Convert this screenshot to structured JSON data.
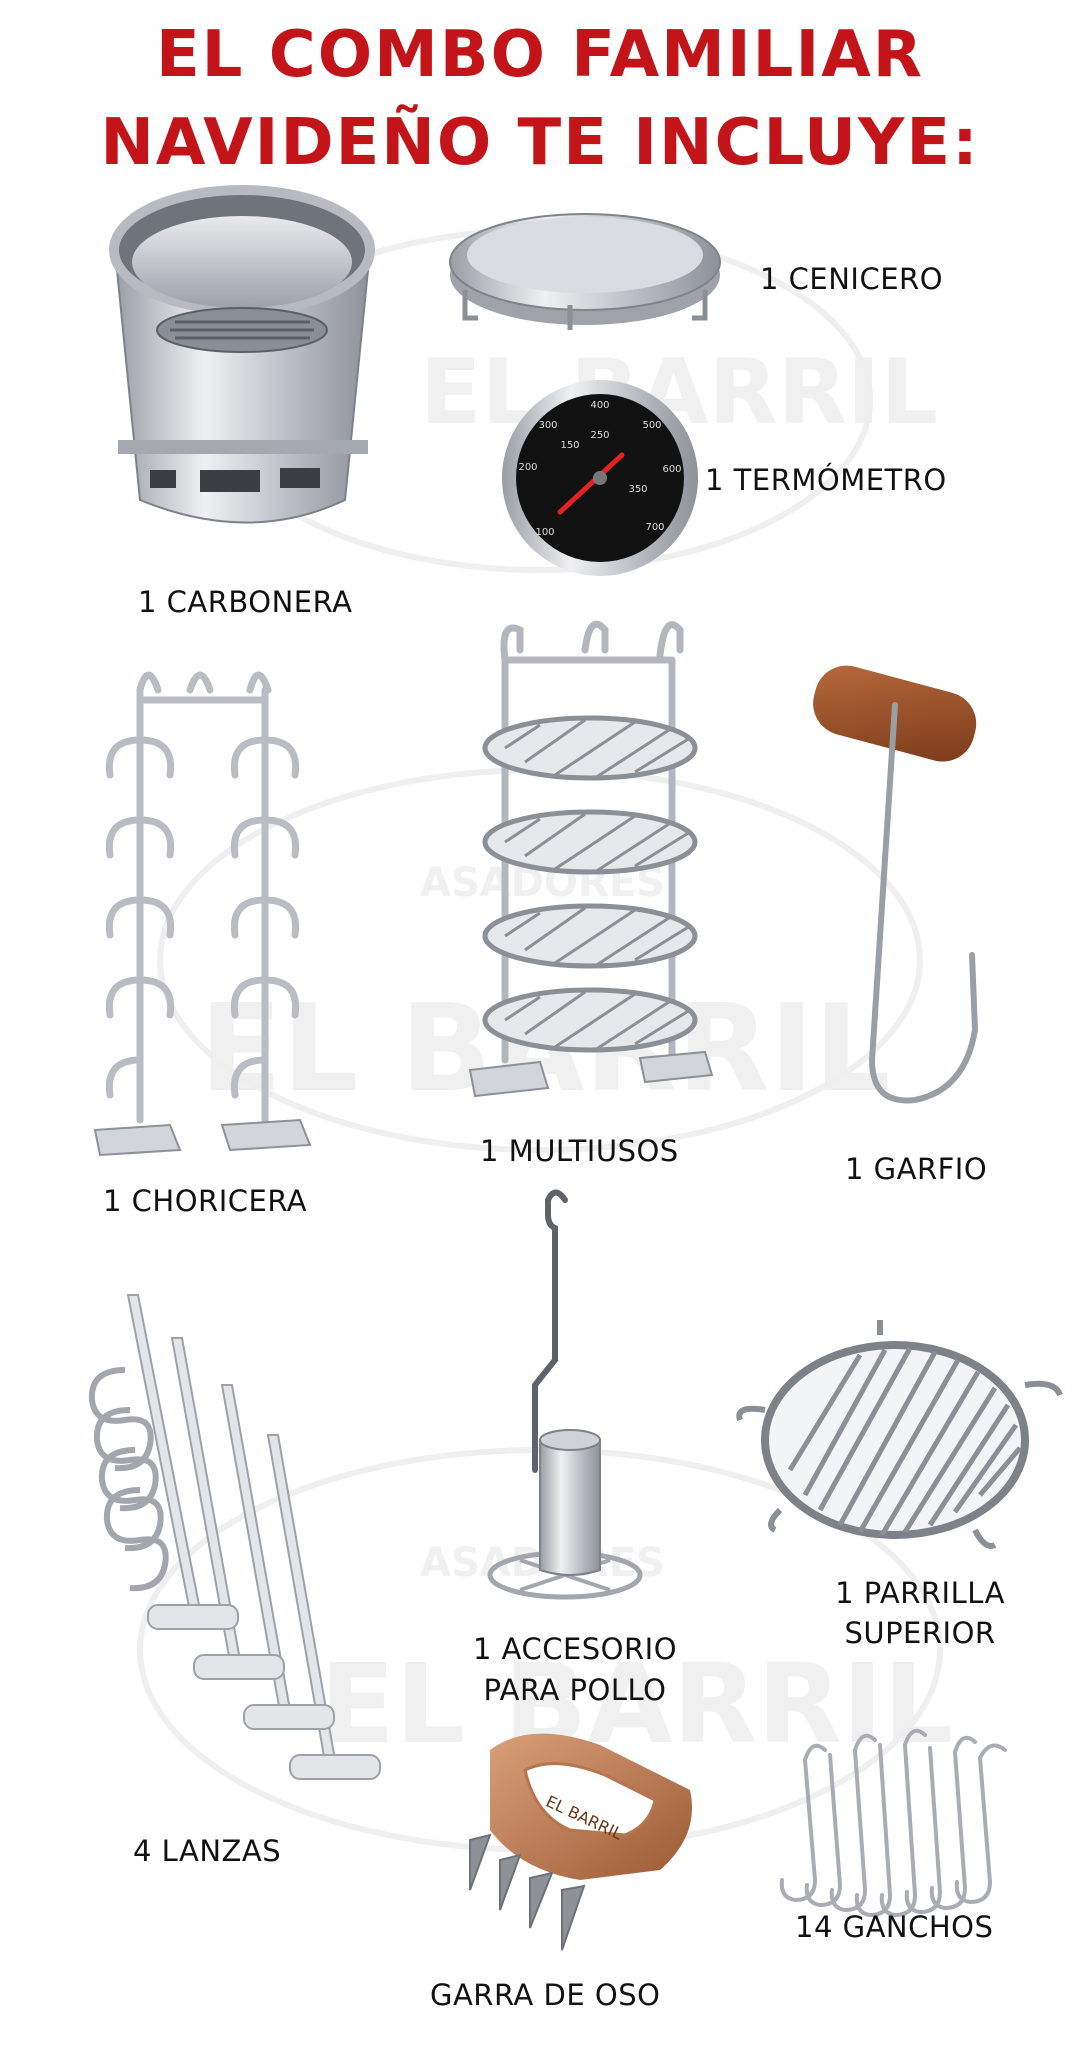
{
  "header": {
    "line1": "EL COMBO FAMILIAR",
    "line2": "NAVIDEÑO TE INCLUYE:"
  },
  "watermark": {
    "brand": "EL BARRIL",
    "brand_small": "ASADORES"
  },
  "items": {
    "carbonera": "1 CARBONERA",
    "cenicero": "1 CENICERO",
    "termometro": "1 TERMÓMETRO",
    "choricera": "1 CHORICERA",
    "multiusos": "1 MULTIUSOS",
    "garfio": "1 GARFIO",
    "lanzas": "4 LANZAS",
    "accesorio_line1": "1 ACCESORIO",
    "accesorio_line2": "PARA POLLO",
    "parrilla_line1": "1 PARRILLA",
    "parrilla_line2": "SUPERIOR",
    "ganchos": "14 GANCHOS",
    "garra": "GARRA DE OSO"
  },
  "thermometer_ticks": [
    "100",
    "200",
    "250",
    "300",
    "400",
    "500",
    "600",
    "700",
    "150",
    "350"
  ],
  "claw_engraving": "EL BARRIL",
  "colors": {
    "title": "#c21419",
    "label": "#111111",
    "metal": "#c9ccd1",
    "wood": "#a0522d"
  }
}
